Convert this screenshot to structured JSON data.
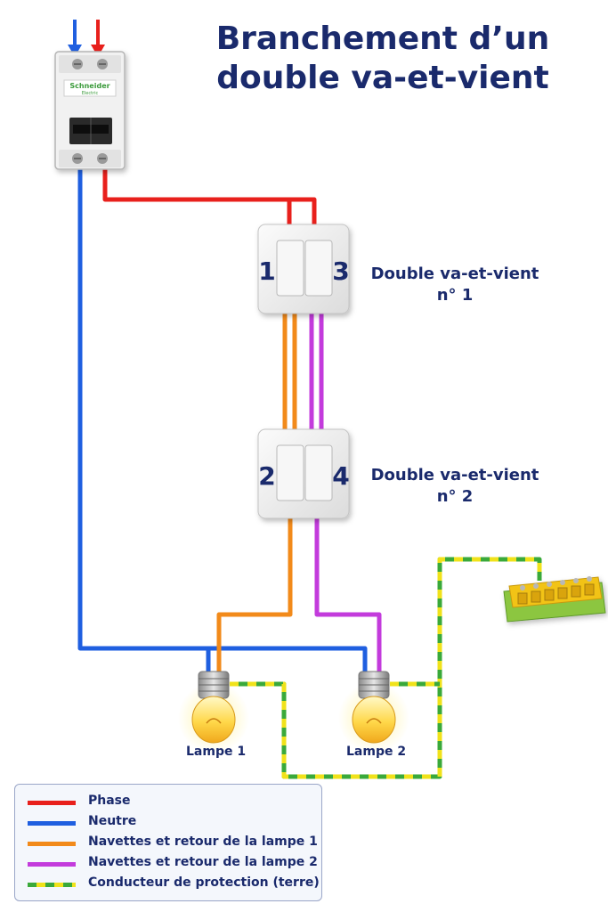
{
  "title": "Branchement d’un double va-et-vient",
  "breaker": {
    "brand": "Schneider",
    "brand_sub": "Electric"
  },
  "switch1": {
    "label_line1": "Double va-et-vient",
    "label_line2": "n° 1",
    "left_num": "1",
    "right_num": "3"
  },
  "switch2": {
    "label_line1": "Double va-et-vient",
    "label_line2": "n° 2",
    "left_num": "2",
    "right_num": "4"
  },
  "lamps": [
    "Lampe 1",
    "Lampe 2"
  ],
  "colors": {
    "phase": "#e8201c",
    "neutre": "#1f5fe0",
    "lampe1": "#f28a1a",
    "lampe2": "#c33bdc",
    "terre_green": "#3aa93a",
    "terre_yellow": "#f0e21a"
  },
  "legend": [
    {
      "label": "Phase",
      "color": "#e8201c"
    },
    {
      "label": "Neutre",
      "color": "#1f5fe0"
    },
    {
      "label": "Navettes et retour de la lampe 1",
      "color": "#f28a1a"
    },
    {
      "label": "Navettes et retour de la lampe 2",
      "color": "#c33bdc"
    },
    {
      "label": "Conducteur de protection (terre)",
      "color": "#3aa93a"
    }
  ]
}
